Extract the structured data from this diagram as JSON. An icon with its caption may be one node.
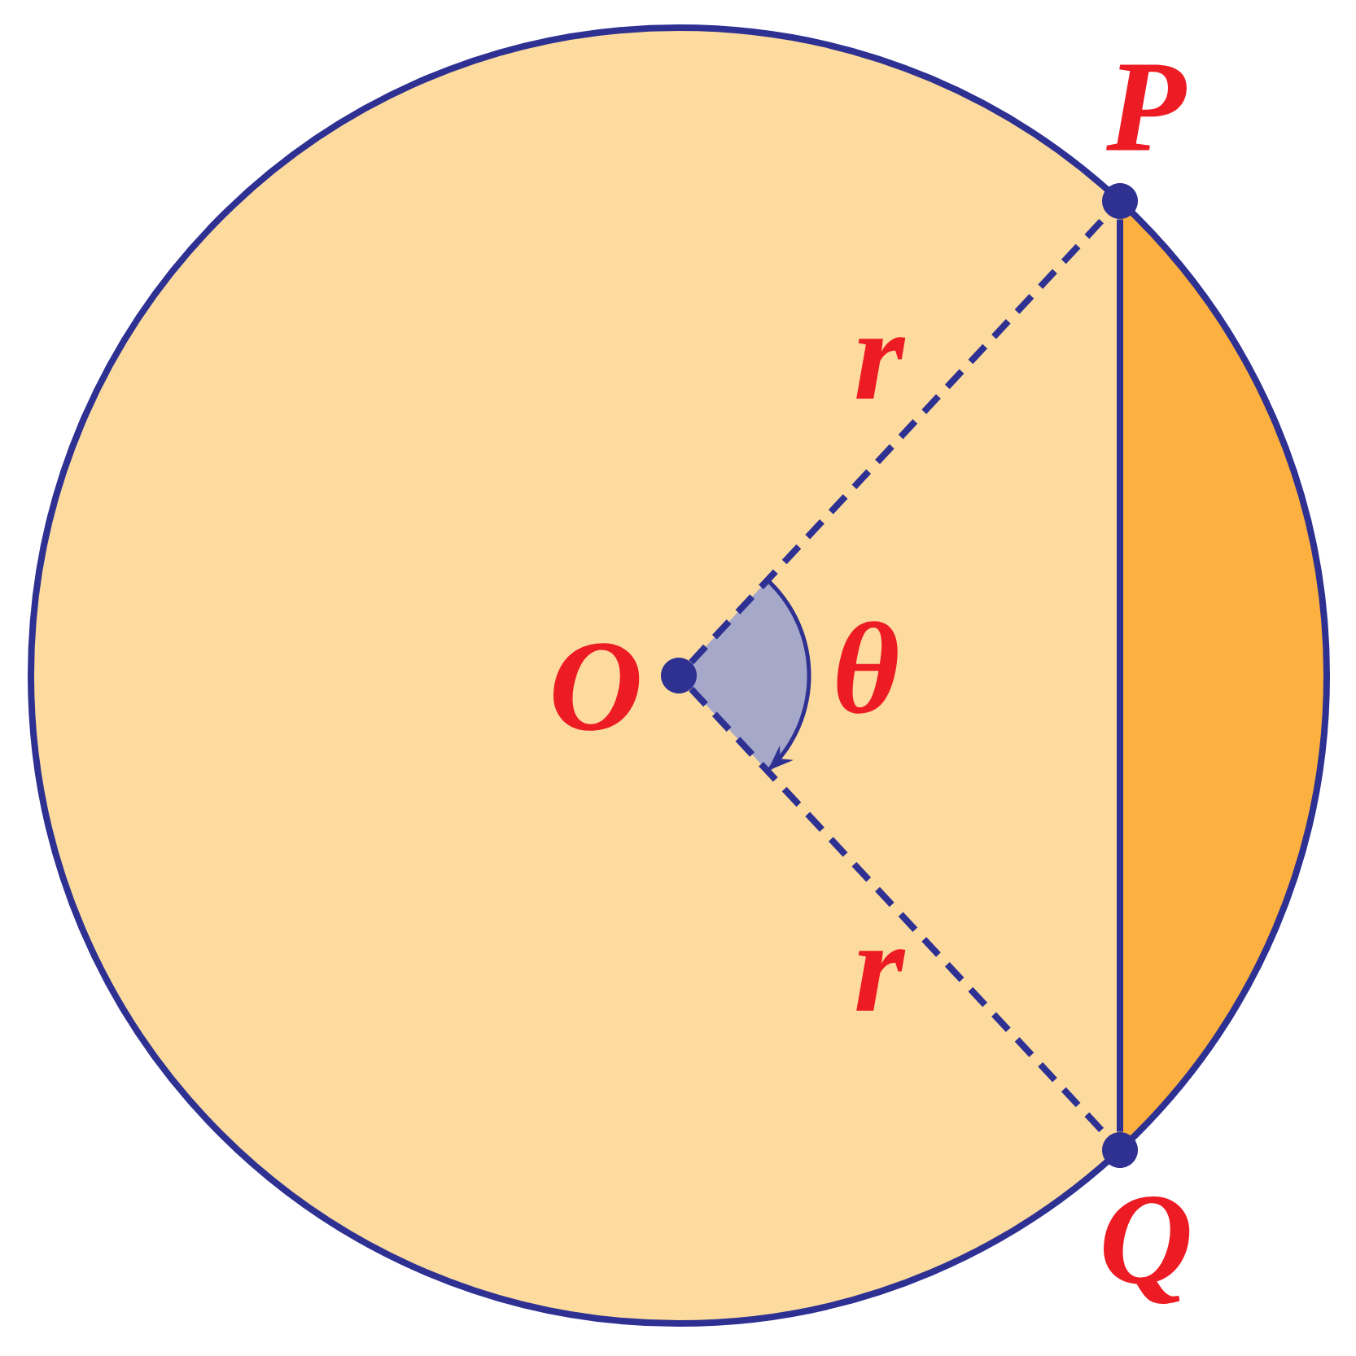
{
  "diagram": {
    "nodes": [
      {
        "text": [],
        "shape": "circle",
        "beside": [
          "O"
        ]
      },
      {
        "text": [],
        "shape": "circle",
        "beside": [
          "P"
        ]
      },
      {
        "text": [],
        "shape": "circle",
        "beside": [
          "Q"
        ]
      }
    ],
    "edges": [
      {
        "from": 0,
        "to": 1,
        "arrow": "none",
        "label": "r",
        "style": "dashed"
      },
      {
        "from": 0,
        "to": 2,
        "arrow": "none",
        "label": "r",
        "style": "dashed"
      },
      {
        "from": 1,
        "to": 2,
        "arrow": "none"
      }
    ],
    "labels": [
      "θ"
    ]
  }
}
